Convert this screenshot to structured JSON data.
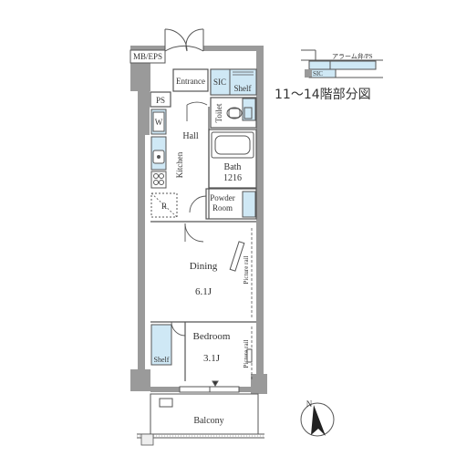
{
  "rooms": {
    "mb_eps": "MB/EPS",
    "entrance": "Entrance",
    "sic": "SIC",
    "shelf": "Shelf",
    "ps": "PS",
    "w": "W",
    "toilet": "Toilet",
    "hall": "Hall",
    "kitchen": "Kitchen",
    "bath": "Bath",
    "bath_size": "1216",
    "r": "R",
    "powder_line1": "Powder",
    "powder_line2": "Room",
    "dining": "Dining",
    "dining_size": "6.1J",
    "picture_rail_dining": "Picture rail",
    "bedroom": "Bedroom",
    "bedroom_size": "3.1J",
    "picture_rail_bedroom": "Picture rail",
    "bedroom_shelf": "Shelf",
    "balcony": "Balcony"
  },
  "inset": {
    "title": "11〜14階部分図",
    "alarm_label": "アラーム弁/PS",
    "sic": "SIC"
  },
  "compass": {
    "north": "N"
  },
  "colors": {
    "wall": "#9a9a9a",
    "storage": "#cfe8f5",
    "line": "#555555"
  }
}
